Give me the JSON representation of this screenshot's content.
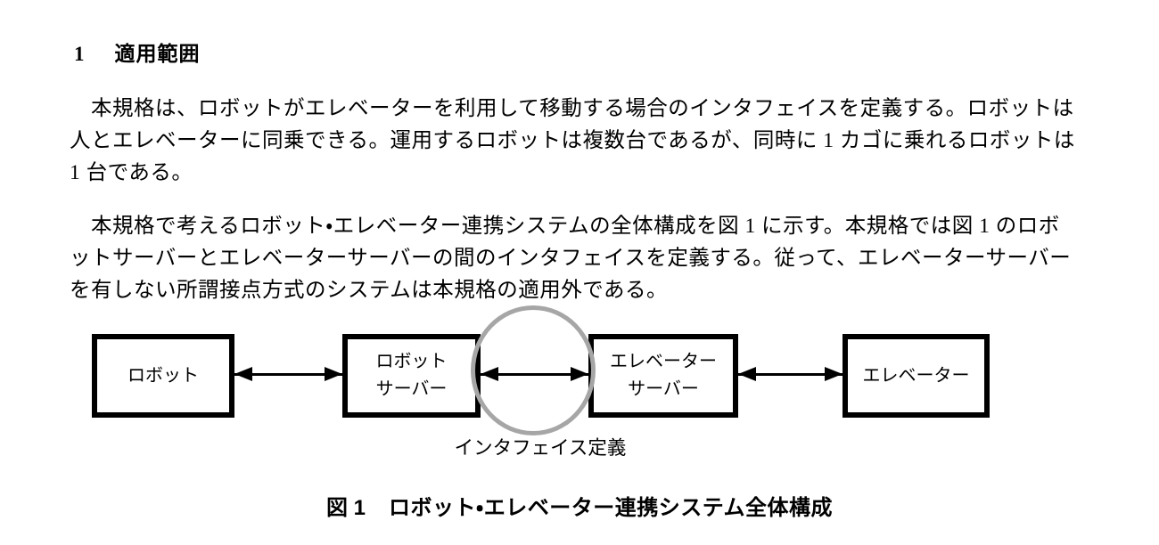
{
  "page": {
    "background": "#ffffff",
    "text_color": "#000000"
  },
  "heading": {
    "number": "1",
    "title": "適用範囲"
  },
  "paragraphs": [
    {
      "lines": [
        "　本規格は、ロボットがエレベーターを利用して移動する場合のインタフェイスを定義する。ロボットは",
        "人とエレベーターに同乗できる。運用するロボットは複数台であるが、同時に 1 カゴに乗れるロボットは",
        "1 台である。"
      ]
    },
    {
      "lines": [
        "　本規格で考えるロボット・エレベーター連携システムの全体構成を図 1 に示す。本規格では図 1 のロボ",
        "ットサーバーとエレベーターサーバーの間のインタフェイスを定義する。従って、エレベーターサーバー",
        "を有しない所謂接点方式のシステムは本規格の適用外である。"
      ]
    }
  ],
  "diagram": {
    "boxes": [
      {
        "id": "robot",
        "lines": [
          "ロボット",
          ""
        ]
      },
      {
        "id": "robot-server",
        "lines": [
          "ロボット",
          "サーバー"
        ]
      },
      {
        "id": "elevator-server",
        "lines": [
          "エレベーター",
          "サーバー"
        ]
      },
      {
        "id": "elevator",
        "lines": [
          "エレベーター",
          ""
        ]
      }
    ],
    "interface_label": "インタフェイス定義",
    "circle_color": "#a6a6a6",
    "box_border_color": "#000000",
    "arrow_color": "#000000"
  },
  "caption": {
    "number_label": "図 1",
    "title": "ロボット・エレベーター連携システム全体構成"
  }
}
